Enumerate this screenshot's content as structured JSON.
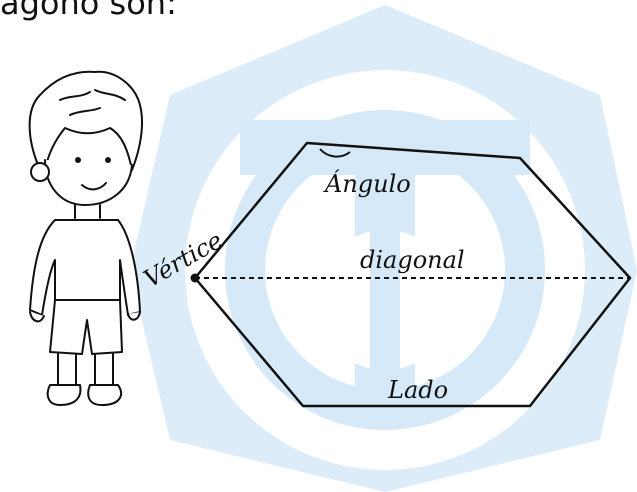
{
  "top_text": "ágono son:",
  "bottom_text": "",
  "labels": {
    "angle": "Ángulo",
    "vertex": "Vértice",
    "diagonal": "diagonal",
    "side": "Lado"
  },
  "colors": {
    "watermark": "#cfe6f8",
    "line": "#111111"
  }
}
